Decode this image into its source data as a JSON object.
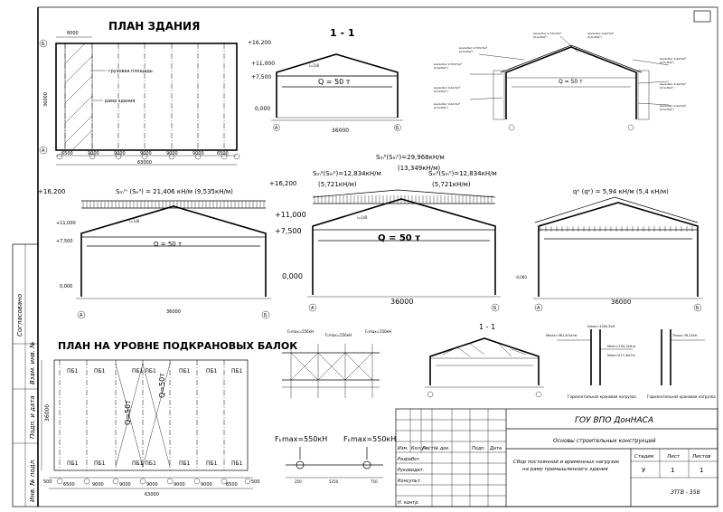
{
  "plan_title": "ПЛАН ЗДАНИЯ",
  "plan_top_dim": "6000",
  "plan_side_dim": "36000",
  "plan_label_loadarea": "грузовая площадь",
  "plan_label_frame": "рама здания",
  "plan_bottom_dims": [
    "6500",
    "9000",
    "9000",
    "9000",
    "9000",
    "9000",
    "6500"
  ],
  "plan_total": "63000",
  "plan_axes": [
    "1",
    "2",
    "3",
    "4",
    "5",
    "6",
    "7",
    "8"
  ],
  "plan_axis_letters": [
    "Б",
    "А"
  ],
  "section_title": "1 - 1",
  "section_q": "Q = 50 т",
  "section_span": "36000",
  "elev_16": "+16,200",
  "elev_11": "+11,000",
  "elev_75": "+7,500",
  "elev_0": "0,000",
  "elev_0b": "0,000",
  "elev_m0": "-0,000",
  "axis_a": "А",
  "axis_b": "Б",
  "roof_slope": "i=1/8",
  "load_snow_left": "Sₘᵐ (Sₑᴵᴵ) = 21,406 кН/м (9,535кН/м)",
  "load_sm_center1": "Sₘᴵᴵ(Sₘᴵᴵ)=29,968кН/м",
  "load_sm_center2": "(13,349кН/м)",
  "load_sm_left1": "Sₘᴵᴵ(Sₘᴵᴵ)=12,834кН/м",
  "load_sm_left2": "(5,721кН/м)",
  "load_sm_right1": "Sₘᴵᴵ(Sₘᴵᴵ)=12,834кН/м",
  "load_sm_right2": "(5,721кН/м)",
  "load_q_right": "qᵉ (qᵉ) = 5,94 кН/м (5,4 кН/м)",
  "crane_plan_title": "ПЛАН НА УРОВНЕ ПОДКРАНОВЫХ БАЛОК",
  "crane_beam": "ПБ1",
  "crane_beam2": "ПБ1 ПБ1",
  "crane_brace1": "Q=50т",
  "crane_brace2": "Q=50т",
  "crane_dims": [
    "6500",
    "9000",
    "9000",
    "9000",
    "9000",
    "9000",
    "6500"
  ],
  "crane_total": "63000",
  "crane_side": "36000",
  "crane_left": "500",
  "crane_right": "500",
  "crane_fmax_left": "Fₖmax=550кН",
  "crane_fmax_right": "Fₖmax=550кН",
  "fmax_dims": [
    "250",
    "5250",
    "750"
  ],
  "crane_load_labels": [
    "Fₖmax=556кН",
    "Fₖmax=556кН",
    "Fₖmax=550кН"
  ],
  "small_section_title": "1 - 1",
  "side_stamp": [
    "Согласовано",
    "Взам. инв. №",
    "Подп. и дата",
    "Инв. № подл."
  ],
  "tb_org": "ГОУ ВПО ДонНАСА",
  "tb_subject": "Основы строительных конструкций",
  "tb_desc": "Сбор постоянной и временных нагрузок на раму промышленного здания",
  "tb_stage_h": "Стадия",
  "tb_sheet_h": "Лист",
  "tb_sheets_h": "Листов",
  "tb_stage": "У",
  "tb_sheet": "1",
  "tb_sheets": "1",
  "tb_code": "ЗТГВ - 558",
  "tb_cols": [
    "Изм.",
    "Кол.уч",
    "Лист",
    "№ док.",
    "Подп.",
    "Дата"
  ],
  "tb_rows": [
    "Разработ.",
    "Руководит.",
    "Консульт.",
    "",
    "Н. контр."
  ],
  "right_small_labels": [
    "Горизонтальная крановая нагрузка",
    "Горизонтальная крановая нагрузка"
  ]
}
